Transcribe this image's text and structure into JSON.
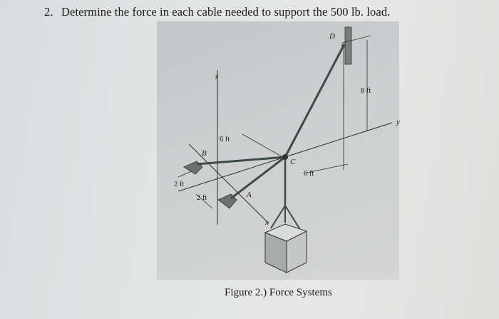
{
  "problem": {
    "number": "2.",
    "text": "Determine the force in each cable needed to support the 500 lb. load."
  },
  "figure": {
    "caption": "Figure 2.) Force Systems",
    "points": {
      "A": "A",
      "B": "B",
      "C": "C",
      "D": "D"
    },
    "axes": {
      "x": "x",
      "y": "y",
      "z": "z"
    },
    "dimensions": {
      "height_d": "8 ft",
      "offset_c_y": "6 ft",
      "offset_c_x": "6 ft",
      "spacing_b_x": "2 ft",
      "spacing_a_b": "2 ft"
    }
  }
}
